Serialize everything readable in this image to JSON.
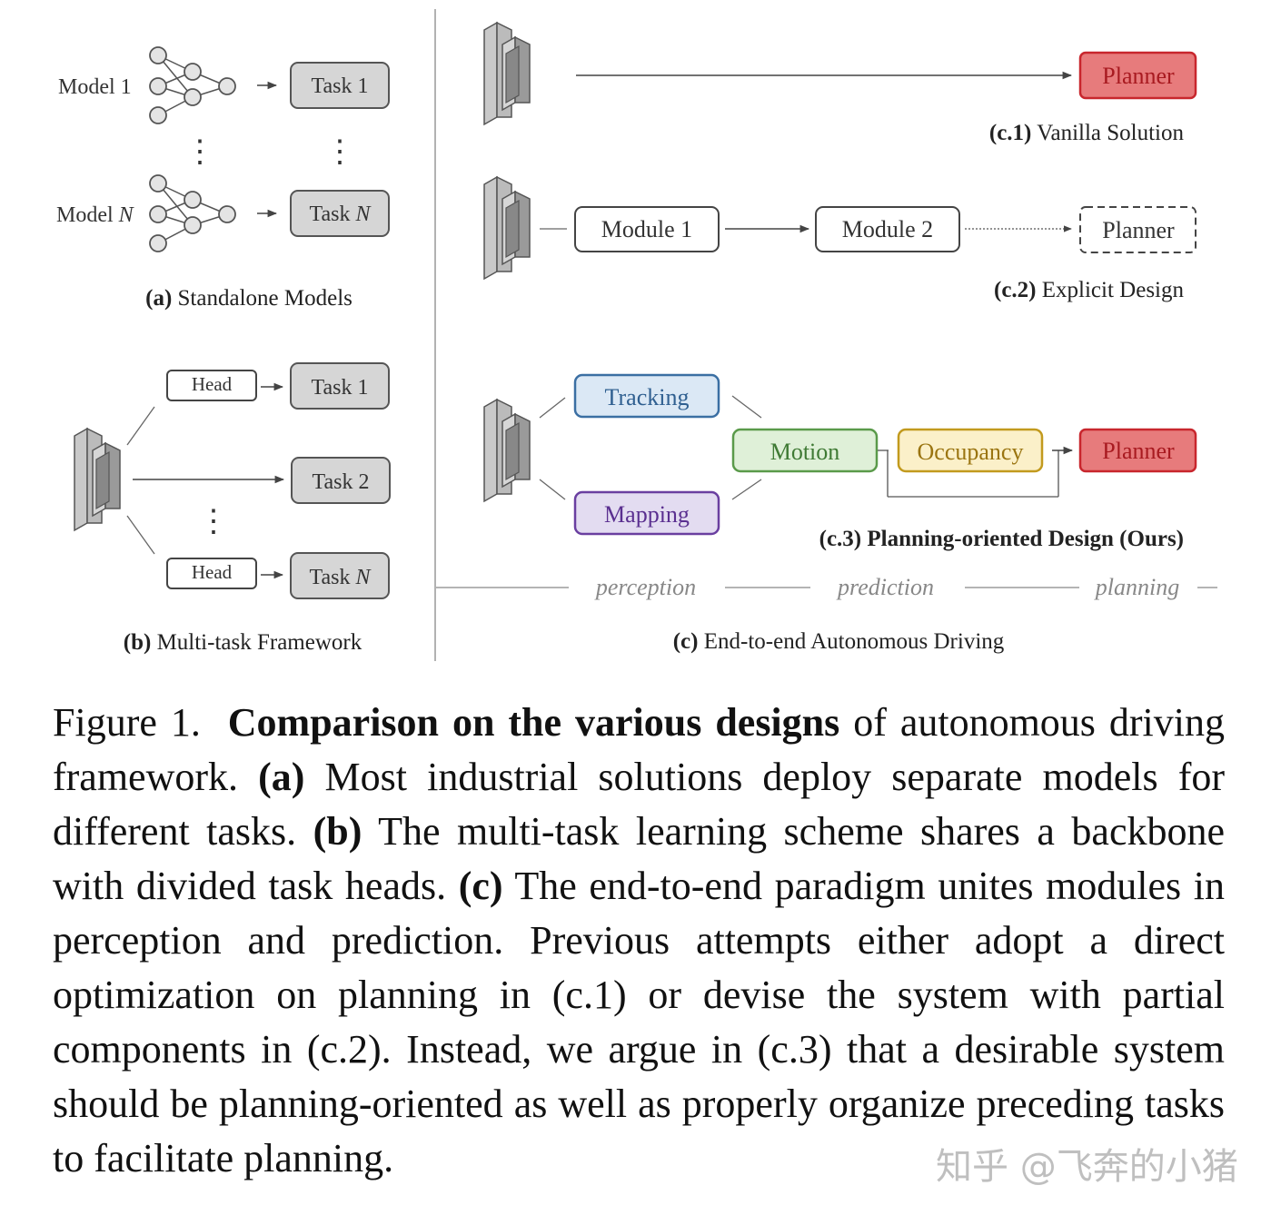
{
  "panel_a": {
    "model_1": "Model 1",
    "model_n_prefix": "Model ",
    "model_n_var": "N",
    "task_1": "Task 1",
    "task_n_prefix": "Task ",
    "task_n_var": "N",
    "caption_label": "(a)",
    "caption_text": " Standalone Models"
  },
  "panel_b": {
    "head_top": "Head",
    "head_bottom": "Head",
    "task_1": "Task 1",
    "task_2": "Task 2",
    "task_n_prefix": "Task ",
    "task_n_var": "N",
    "caption_label": "(b)",
    "caption_text": " Multi-task Framework"
  },
  "panel_c1": {
    "planner": "Planner",
    "caption_label": "(c.1)",
    "caption_text": " Vanilla Solution"
  },
  "panel_c2": {
    "module_1": "Module 1",
    "module_2": "Module 2",
    "planner": "Planner",
    "caption_label": "(c.2)",
    "caption_text": " Explicit Design"
  },
  "panel_c3": {
    "tracking": "Tracking",
    "mapping": "Mapping",
    "motion": "Motion",
    "occupancy": "Occupancy",
    "planner": "Planner",
    "caption": "(c.3) Planning-oriented Design (Ours)"
  },
  "stages": {
    "perception": "perception",
    "prediction": "prediction",
    "planning": "planning"
  },
  "panel_c": {
    "caption_label": "(c)",
    "caption_text": " End-to-end Autonomous Driving"
  },
  "caption": {
    "figure_label": "Figure 1.",
    "title_bold": "Comparison on the various designs",
    "t1": " of autonomous driving framework. ",
    "a_label": "(a)",
    "t2": " Most industrial solutions deploy separate models for different tasks. ",
    "b_label": "(b)",
    "t3": " The multi-task learning scheme shares a backbone with divided task heads. ",
    "c_label": "(c)",
    "t4": " The end-to-end paradigm unites modules in perception and prediction. Previous attempts either adopt a direct optimization on planning in (c.1) or devise the system with partial components in (c.2). Instead, we argue in (c.3) that a desirable system should be planning-oriented as well as properly organize preceding tasks to facilitate planning."
  },
  "watermark": "知乎 @飞奔的小猪",
  "colors": {
    "task_fill": "#d6d6d6",
    "planner_fill": "#e77b7c",
    "planner_stroke": "#c8262d",
    "planner_text": "#c8262d",
    "tracking_fill": "#dbe8f5",
    "tracking_stroke": "#3b6fa3",
    "tracking_text": "#2f5f90",
    "mapping_fill": "#e3dcf1",
    "mapping_stroke": "#6a3fa0",
    "mapping_text": "#5a2f90",
    "motion_fill": "#dff0d8",
    "motion_stroke": "#5a9a4a",
    "motion_text": "#3f7a34",
    "occupancy_fill": "#fbf0c9",
    "occupancy_stroke": "#c29a1e",
    "occupancy_text": "#9a7410",
    "stage_text": "#888888"
  }
}
